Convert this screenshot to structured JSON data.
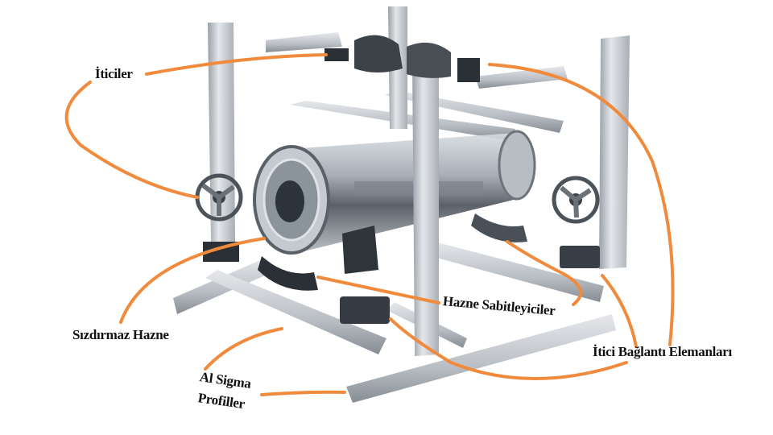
{
  "labels": {
    "thrusters": "İticiler",
    "sealed_chamber": "Sızdırmaz Hazne",
    "sigma_profiles_line1": "Al Sigma",
    "sigma_profiles_line2": "Profiller",
    "chamber_holders": "Hazne Sabitleyiciler",
    "thruster_mounts": "İtici Bağlantı Elemanları"
  },
  "colors": {
    "leader": "#f08a3c",
    "aluminum": "#c9cdd2",
    "aluminum_dark": "#8d939a",
    "bracket": "#2b2f36"
  }
}
